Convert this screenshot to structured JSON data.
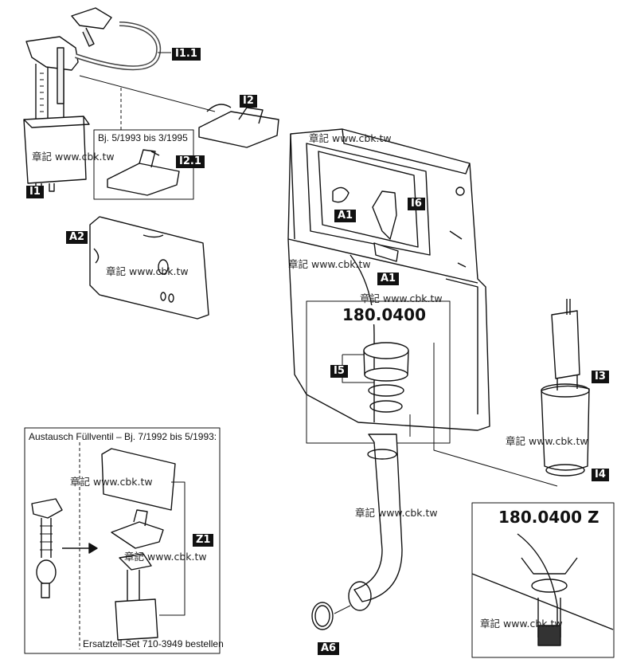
{
  "watermark": "章記 www.cbk.tw",
  "labels": {
    "i11": "I1.1",
    "i2": "I2",
    "i21": "I2.1",
    "i1": "I1",
    "a2": "A2",
    "a1_top": "A1",
    "i6": "I6",
    "a1_bottom": "A1",
    "i5": "I5",
    "i3": "I3",
    "i4": "I4",
    "z1": "Z1",
    "a6": "A6"
  },
  "part_numbers": {
    "main": "180.0400",
    "detail": "180.0400 Z"
  },
  "captions": {
    "bj_range": "Bj. 5/1993 bis 3/1995",
    "austausch": "Austausch Füllventil – Bj. 7/1992 bis 5/1993:",
    "ersatzteil": "Ersatzteil-Set 710-3949 bestellen"
  }
}
